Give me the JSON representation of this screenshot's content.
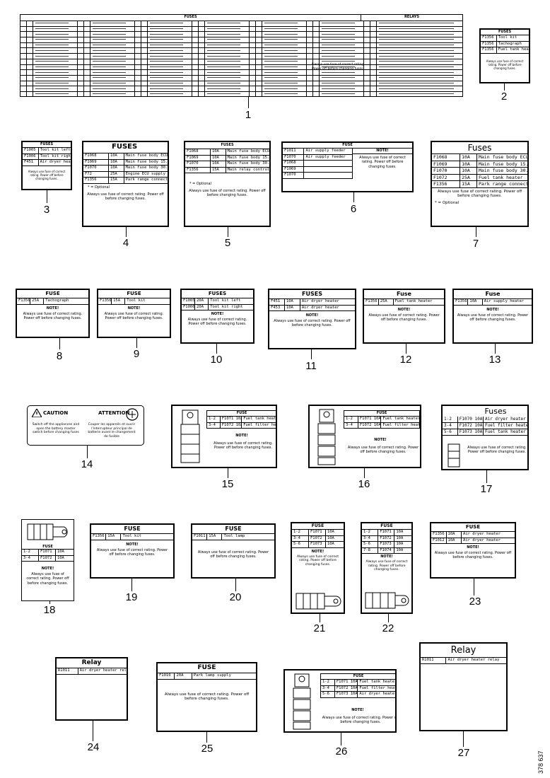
{
  "labels": {
    "fuses_title": "FUSES",
    "fuse_title": "FUSE",
    "fuses_title_mixed": "Fuses",
    "fuse_title_mixed": "Fuse",
    "relay_title": "Relay",
    "relays_title": "RELAYS",
    "note_title": "NOTE!",
    "optional_note": "* = Optional",
    "caution_title": "CAUTION",
    "caution_title_fr": "ATTENTION",
    "replace_note": "Always use fuse of correct rating. Power off before changing fuses.",
    "replace_note_long": "Always use fuse of correct rating. Power off before changing fuses.",
    "caution_text_en": "Switch off the appliances and open the battery master switch before changing fuses",
    "caution_text_fr": "Couper les appareils et ouvrir l'interrupteur principal de batterie avant le changement de fusible"
  },
  "fuse_rows": {
    "l4": [
      {
        "id": "F1068",
        "amp": "10A",
        "desc": "Main fuse body ECU"
      },
      {
        "id": "F1069",
        "amp": "10A",
        "desc": "Main fuse body 15.1"
      },
      {
        "id": "F1070",
        "amp": "10A",
        "desc": "Main fuse body 30.1"
      },
      {
        "id": "F72",
        "amp": "25A",
        "desc": "Engine ECU supply"
      },
      {
        "id": "F1356",
        "amp": "15A",
        "desc": "Park range connect. supply"
      }
    ],
    "l5": [
      {
        "id": "F1068",
        "amp": "10A",
        "desc": "Main fuse body ECU"
      },
      {
        "id": "F1069",
        "amp": "10A",
        "desc": "Main fuse body 15.1"
      },
      {
        "id": "F1070",
        "amp": "10A",
        "desc": "Main fuse body 30.1"
      },
      {
        "id": "F1356",
        "amp": "15A",
        "desc": "Main relay control (F1356)"
      }
    ],
    "l6": [
      {
        "id": "F1011",
        "amp": "",
        "desc": "Air supply feeder"
      },
      {
        "id": "F1070",
        "amp": "",
        "desc": "Air supply feeder"
      },
      {
        "id": "F1068",
        "amp": "",
        "desc": ""
      },
      {
        "id": "F1069",
        "amp": "",
        "desc": ""
      },
      {
        "id": "F1070",
        "amp": "",
        "desc": ""
      }
    ],
    "l7": [
      {
        "id": "F1068",
        "amp": "10A",
        "desc": "Main fuse body ECU"
      },
      {
        "id": "F1069",
        "amp": "10A",
        "desc": "Main fuse body 15.1"
      },
      {
        "id": "F1070",
        "amp": "10A",
        "desc": "Main fuse body 30.1"
      },
      {
        "id": "F1072",
        "amp": "25A",
        "desc": "Fuel tank heater"
      },
      {
        "id": "F1356",
        "amp": "15A",
        "desc": "Park range connect. supply"
      }
    ],
    "l8": [
      {
        "id": "F1356",
        "amp": "25A",
        "desc": "Tachograph"
      }
    ],
    "l9": [
      {
        "id": "F1356",
        "amp": "15A",
        "desc": "Tool kit"
      }
    ],
    "l10": [
      {
        "id": "F1005",
        "amp": "20A",
        "desc": "Tool kit left"
      },
      {
        "id": "F1006",
        "amp": "20A",
        "desc": "Tool kit right"
      }
    ],
    "l11": [
      {
        "id": "F451",
        "amp": "10A",
        "desc": "Air dryer heater"
      },
      {
        "id": "F453",
        "amp": "10A",
        "desc": "Air dryer heater"
      }
    ],
    "l12": [
      {
        "id": "F1356",
        "amp": "25A",
        "desc": "Fuel tank heater"
      }
    ],
    "l13": [
      {
        "id": "F1356",
        "amp": "10A",
        "desc": "Air supply heater"
      }
    ],
    "l15": [
      {
        "id": "1-2",
        "amp": "F1071 10A",
        "desc": "Fuel tank heater"
      },
      {
        "id": "3-4",
        "amp": "F1072 10A",
        "desc": "Fuel filter heater"
      }
    ],
    "l16": [
      {
        "id": "1-2",
        "amp": "F1071 10A",
        "desc": "Fuel tank heater"
      },
      {
        "id": "3-4",
        "amp": "F1072 10A",
        "desc": "Fuel filter heater"
      }
    ],
    "l17": [
      {
        "id": "1-2",
        "amp": "F1070 10A",
        "desc": "Air dryer heater"
      },
      {
        "id": "3-4",
        "amp": "F1072 10A",
        "desc": "Fuel filter heater"
      },
      {
        "id": "5-6",
        "amp": "F1073 10A",
        "desc": "Fuel tank heater"
      }
    ],
    "l18": [
      {
        "id": "1-2",
        "amp": "F1071",
        "desc": "10A"
      },
      {
        "id": "3-4",
        "amp": "F1072",
        "desc": "10A"
      }
    ],
    "l19": [
      {
        "id": "F1356",
        "amp": "15A",
        "desc": "Tool kit"
      }
    ],
    "l20": [
      {
        "id": "F1011",
        "amp": "15A",
        "desc": "Tool lamp"
      }
    ],
    "l21": [
      {
        "id": "1-2",
        "amp": "F1071",
        "desc": "10A"
      },
      {
        "id": "3-4",
        "amp": "F1072",
        "desc": "10A"
      },
      {
        "id": "5-6",
        "amp": "F1073",
        "desc": "10A"
      }
    ],
    "l22": [
      {
        "id": "1-2",
        "amp": "F1071",
        "desc": "10A"
      },
      {
        "id": "3-4",
        "amp": "F1072",
        "desc": "10A"
      },
      {
        "id": "5-6",
        "amp": "F1073",
        "desc": "10A"
      },
      {
        "id": "7-8",
        "amp": "F1074",
        "desc": "10A"
      }
    ],
    "l23": [
      {
        "id": "F1356",
        "amp": "10A",
        "desc": "Air dryer heater"
      },
      {
        "id": "F1012",
        "amp": "10A",
        "desc": "Air dryer heater"
      }
    ],
    "l24": [
      {
        "id": "R1011",
        "amp": "",
        "desc": "Air dryer heater relay"
      }
    ],
    "l25": [
      {
        "id": "F1010",
        "amp": "20A",
        "desc": "Park lamp supply"
      }
    ],
    "l26": [
      {
        "id": "1-2",
        "amp": "F1071 10A",
        "desc": "Fuel tank heater"
      },
      {
        "id": "3-4",
        "amp": "F1072 10A",
        "desc": "Fuel filter heater"
      },
      {
        "id": "5-6",
        "amp": "F1073 10A",
        "desc": "Air dryer heater"
      }
    ],
    "l27": [
      {
        "id": "R1011",
        "amp": "",
        "desc": "Air dryer heater relay"
      }
    ]
  },
  "callouts": [
    "1",
    "2",
    "3",
    "4",
    "5",
    "6",
    "7",
    "8",
    "9",
    "10",
    "11",
    "12",
    "13",
    "14",
    "15",
    "16",
    "17",
    "18",
    "19",
    "20",
    "21",
    "22",
    "23",
    "24",
    "25",
    "26",
    "27"
  ],
  "drawing_number": "378 637"
}
